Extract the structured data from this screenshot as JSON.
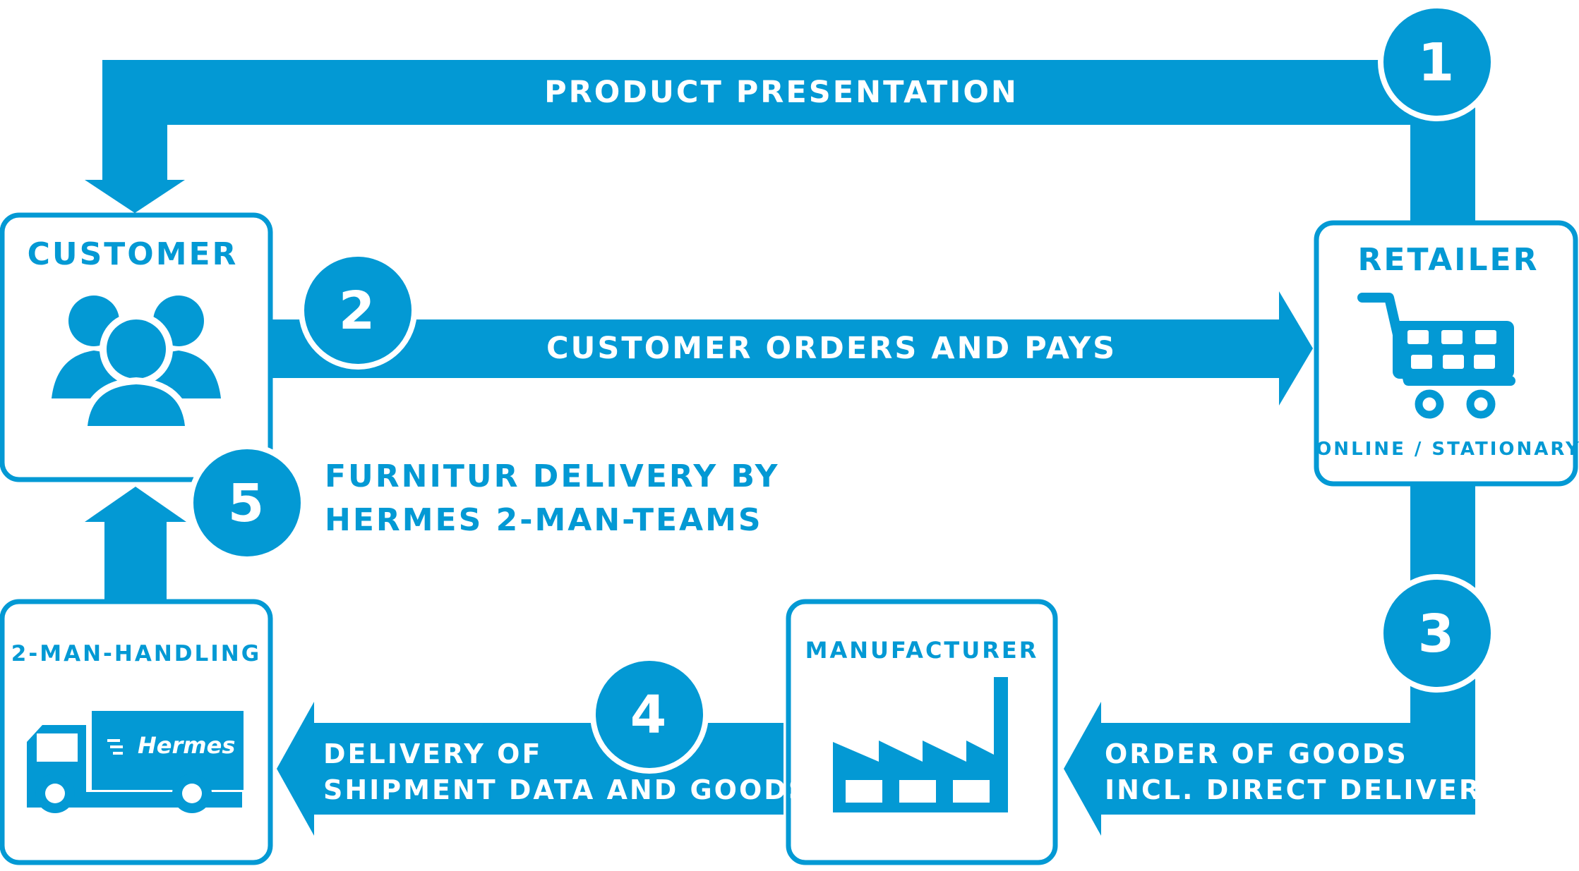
{
  "colors": {
    "accent": "#0399d4",
    "background": "#ffffff",
    "text_on_accent": "#ffffff"
  },
  "steps": {
    "s1": {
      "number": "1",
      "label": "PRODUCT PRESENTATION"
    },
    "s2": {
      "number": "2",
      "label": "CUSTOMER ORDERS AND PAYS"
    },
    "s3": {
      "number": "3",
      "label_line1": "ORDER OF GOODS",
      "label_line2": "INCL. DIRECT DELIVERY"
    },
    "s4": {
      "number": "4",
      "label_line1": "DELIVERY OF",
      "label_line2": "SHIPMENT DATA AND GOODS"
    },
    "s5": {
      "number": "5",
      "label_line1": "FURNITUR DELIVERY BY",
      "label_line2": "HERMES 2-MAN-TEAMS"
    }
  },
  "nodes": {
    "customer": {
      "title": "CUSTOMER",
      "icon": "people-icon"
    },
    "retailer": {
      "title": "RETAILER",
      "subtitle": "ONLINE / STATIONARY",
      "icon": "shopping-cart-icon"
    },
    "manufacturer": {
      "title": "MANUFACTURER",
      "icon": "factory-icon"
    },
    "handling": {
      "title": "2-MAN-HANDLING",
      "icon": "truck-icon",
      "brand": "Hermes"
    }
  }
}
